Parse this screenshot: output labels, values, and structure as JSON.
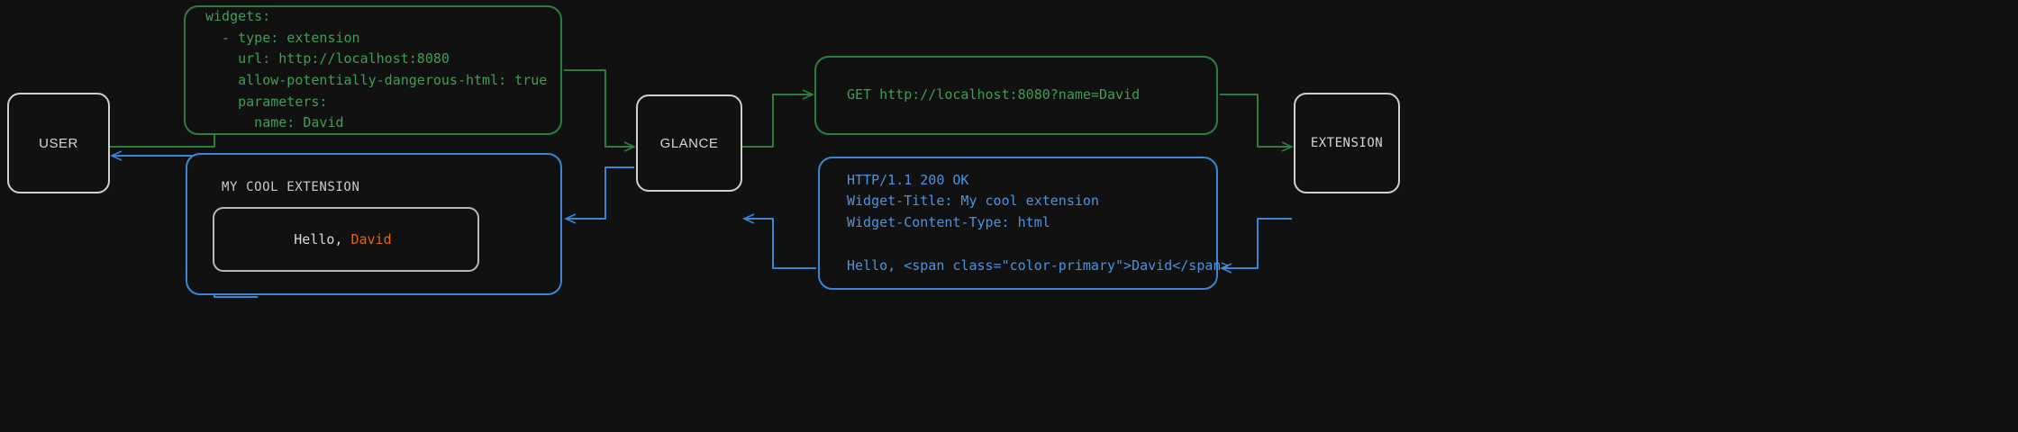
{
  "diagram": {
    "title": "Glance extension widget request/response flow",
    "background_color": "#111111",
    "colors": {
      "node_border": "#cfcfcf",
      "node_text": "#d6d6d6",
      "request_green": "#2f7d3e",
      "request_green_text": "#3f9e52",
      "response_blue": "#3a86d4",
      "response_blue_text": "#4b93e0",
      "accent_orange": "#e8630a",
      "widget_frame": "#b9b9b9",
      "widget_text": "#d8d8d8"
    }
  },
  "nodes": {
    "user": {
      "label": "USER"
    },
    "glance": {
      "label": "GLANCE"
    },
    "extension": {
      "label": "EXTENSION"
    }
  },
  "bubbles": {
    "config": {
      "kind": "request",
      "color": "#2f7d3e",
      "text": "widgets:\n  - type: extension\n    url: http://localhost:8080\n    allow-potentially-dangerous-html: true\n    parameters:\n      name: David"
    },
    "http_request": {
      "kind": "request",
      "color": "#2f7d3e",
      "text": "GET http://localhost:8080?name=David"
    },
    "http_response": {
      "kind": "response",
      "color": "#3a86d4",
      "text": "HTTP/1.1 200 OK\nWidget-Title: My cool extension\nWidget-Content-Type: html\n\nHello, <span class=\"color-primary\">David</span>"
    },
    "rendered_widget": {
      "kind": "response",
      "color": "#3a86d4",
      "title": "MY COOL EXTENSION",
      "body_prefix": "Hello, ",
      "body_accent": "David"
    }
  },
  "edges": [
    {
      "name": "user-to-config",
      "from": "USER",
      "to": "config",
      "color": "#2f7d3e",
      "direction": "right"
    },
    {
      "name": "config-to-glance",
      "from": "config",
      "to": "GLANCE",
      "color": "#2f7d3e",
      "direction": "right"
    },
    {
      "name": "glance-to-http-request",
      "from": "GLANCE",
      "to": "http_request",
      "color": "#2f7d3e",
      "direction": "right"
    },
    {
      "name": "http-request-to-extension",
      "from": "http_request",
      "to": "EXTENSION",
      "color": "#2f7d3e",
      "direction": "right"
    },
    {
      "name": "extension-to-http-response",
      "from": "EXTENSION",
      "to": "http_response",
      "color": "#3a86d4",
      "direction": "left"
    },
    {
      "name": "http-response-to-glance",
      "from": "http_response",
      "to": "GLANCE",
      "color": "#3a86d4",
      "direction": "left"
    },
    {
      "name": "glance-to-rendered-widget",
      "from": "GLANCE",
      "to": "rendered_widget",
      "color": "#3a86d4",
      "direction": "left"
    },
    {
      "name": "rendered-widget-to-user",
      "from": "rendered_widget",
      "to": "USER",
      "color": "#3a86d4",
      "direction": "left"
    }
  ]
}
